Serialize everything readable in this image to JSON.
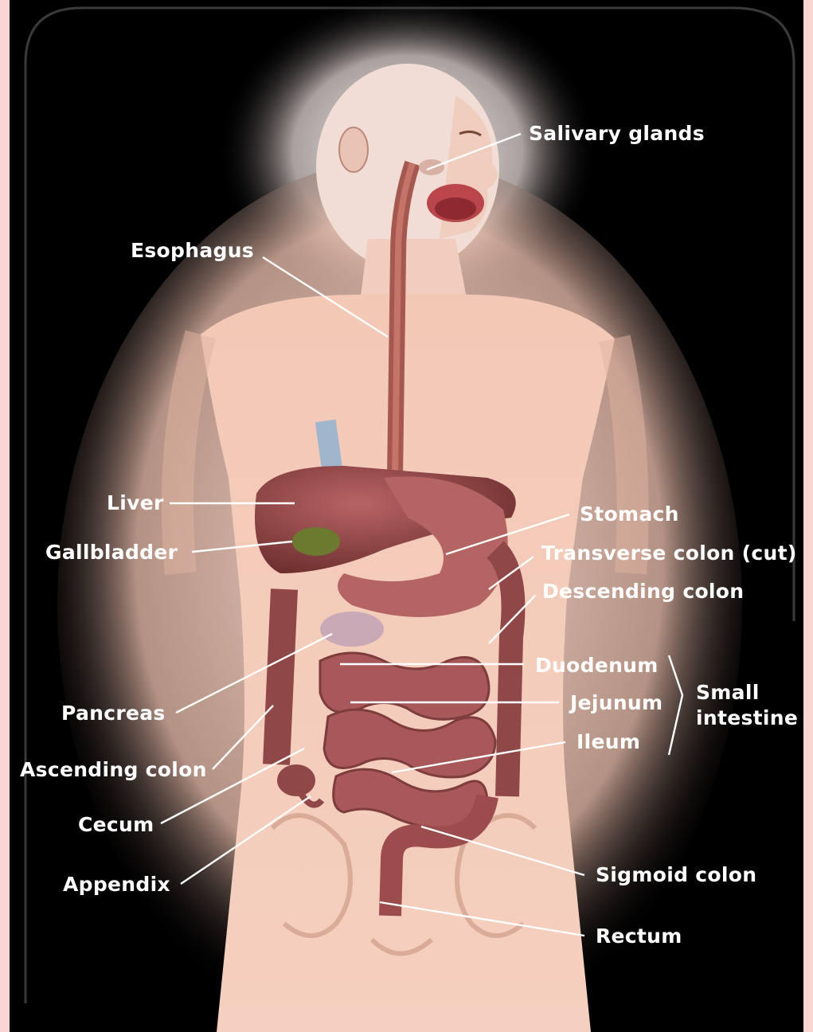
{
  "diagram": {
    "labels": {
      "salivary_glands": "Salivary glands",
      "esophagus": "Esophagus",
      "liver": "Liver",
      "gallbladder": "Gallbladder",
      "stomach": "Stomach",
      "transverse_colon": "Transverse colon (cut)",
      "descending_colon": "Descending colon",
      "duodenum": "Duodenum",
      "jejunum": "Jejunum",
      "ileum": "Ileum",
      "small_intestine_line1": "Small",
      "small_intestine_line2": "intestine",
      "pancreas": "Pancreas",
      "ascending_colon": "Ascending colon",
      "cecum": "Cecum",
      "appendix": "Appendix",
      "sigmoid_colon": "Sigmoid colon",
      "rectum": "Rectum"
    },
    "colors": {
      "page_border": "#f9d6d2",
      "background": "#000000",
      "skin": "#f2c7b3",
      "organ": "#9b4a4a",
      "organ_dark": "#6e2f2f",
      "gallbladder": "#6b7a2f",
      "label_text": "#ffffff"
    }
  }
}
